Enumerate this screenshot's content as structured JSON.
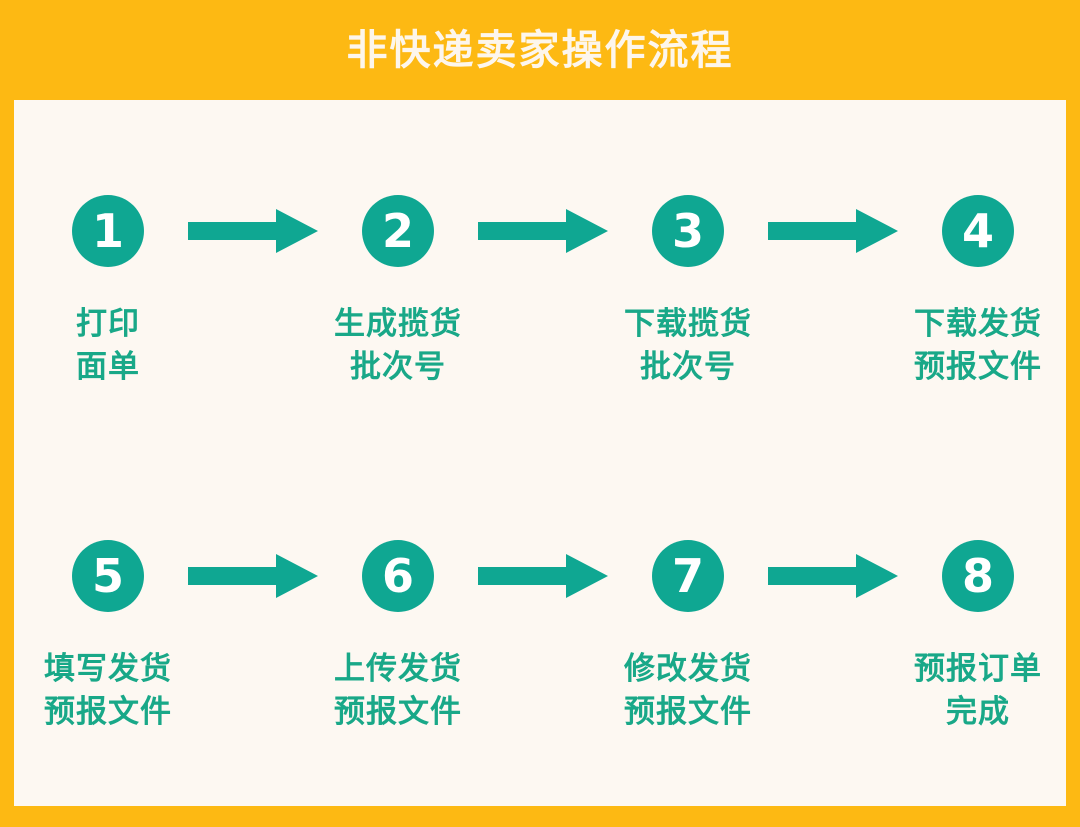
{
  "theme": {
    "accent_orange": "#FDB913",
    "panel_cream": "#FDF8F2",
    "teal": "#0FA792",
    "label_green": "#19A888",
    "title_color": "#FDF6EC"
  },
  "header": {
    "title": "非快递卖家操作流程"
  },
  "flow": {
    "rows": [
      {
        "steps": [
          {
            "number": "1",
            "label": "打印\n面单"
          },
          {
            "number": "2",
            "label": "生成揽货\n批次号"
          },
          {
            "number": "3",
            "label": "下载揽货\n批次号"
          },
          {
            "number": "4",
            "label": "下载发货\n预报文件"
          }
        ],
        "connectors": [
          "arrow-right-icon",
          "arrow-right-icon",
          "arrow-right-icon"
        ]
      },
      {
        "steps": [
          {
            "number": "5",
            "label": "填写发货\n预报文件"
          },
          {
            "number": "6",
            "label": "上传发货\n预报文件"
          },
          {
            "number": "7",
            "label": "修改发货\n预报文件"
          },
          {
            "number": "8",
            "label": "预报订单\n完成"
          }
        ],
        "connectors": [
          "arrow-right-icon",
          "arrow-right-icon",
          "arrow-right-icon"
        ]
      }
    ]
  }
}
